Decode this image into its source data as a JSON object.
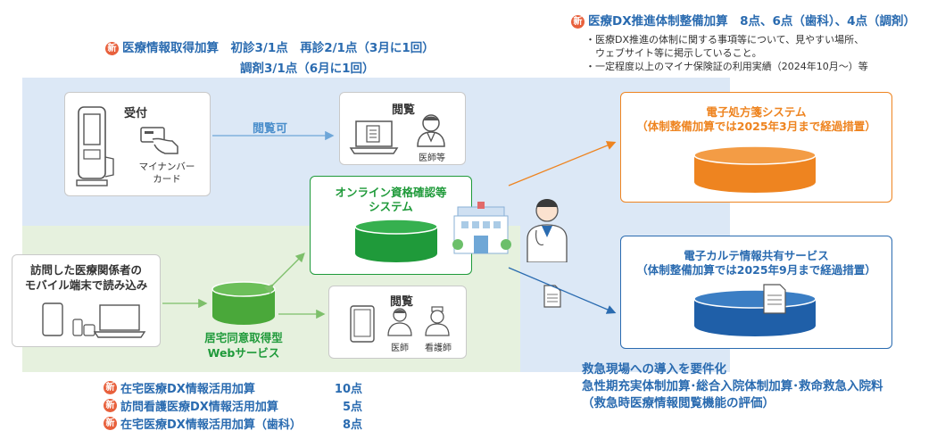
{
  "top_left_addon": {
    "badge": "新",
    "line1": "医療情報取得加算　初診3/1点　再診2/1点（3月に1回）",
    "line2": "調剤3/1点（6月に1回）"
  },
  "top_right_addon": {
    "badge": "新",
    "title": "医療DX推進体制整備加算　8点、6点（歯科）、4点（調剤）",
    "bullets": [
      "・医療DX推進の体制に関する事項等について、見やすい場所、",
      "　ウェブサイト等に掲示していること。",
      "・一定程度以上のマイナ保険証の利用実績（2024年10月～）等"
    ]
  },
  "reception": {
    "title": "受付",
    "card_label_1": "マイナンバー",
    "card_label_2": "カード"
  },
  "view_permitted": "閲覧可",
  "viewer_top": {
    "title": "閲覧",
    "role": "医師等"
  },
  "online_system": {
    "line1": "オンライン資格確認等",
    "line2": "システム"
  },
  "eprescription": {
    "line1": "電子処方箋システム",
    "line2": "（体制整備加算では2025年3月まで経過措置）"
  },
  "ekarte": {
    "line1": "電子カルテ情報共有サービス",
    "line2": "（体制整備加算では2025年9月まで経過措置）"
  },
  "mobile": {
    "line1": "訪問した医療関係者の",
    "line2": "モバイル端末で読み込み"
  },
  "web_service": {
    "line1": "居宅同意取得型",
    "line2": "Webサービス"
  },
  "viewer_bottom": {
    "title": "閲覧",
    "role1": "医師",
    "role2": "看護師"
  },
  "emergency": {
    "line1": "救急現場への導入を要件化",
    "line2": "急性期充実体制加算･総合入院体制加算･救命救急入院料",
    "line3": "（救急時医療情報閲覧機能の評価）"
  },
  "bottom_addons": [
    {
      "badge": "新",
      "name": "在宅医療DX情報活用加算",
      "points": "10点"
    },
    {
      "badge": "新",
      "name": "訪問看護医療DX情報活用加算",
      "points": "5点"
    },
    {
      "badge": "新",
      "name": "在宅医療DX情報活用加算（歯科）",
      "points": "8点"
    }
  ],
  "colors": {
    "blue": "#2a6bb0",
    "green": "#1f9a3a",
    "orange": "#ee8420",
    "badge": "#e8603c"
  }
}
